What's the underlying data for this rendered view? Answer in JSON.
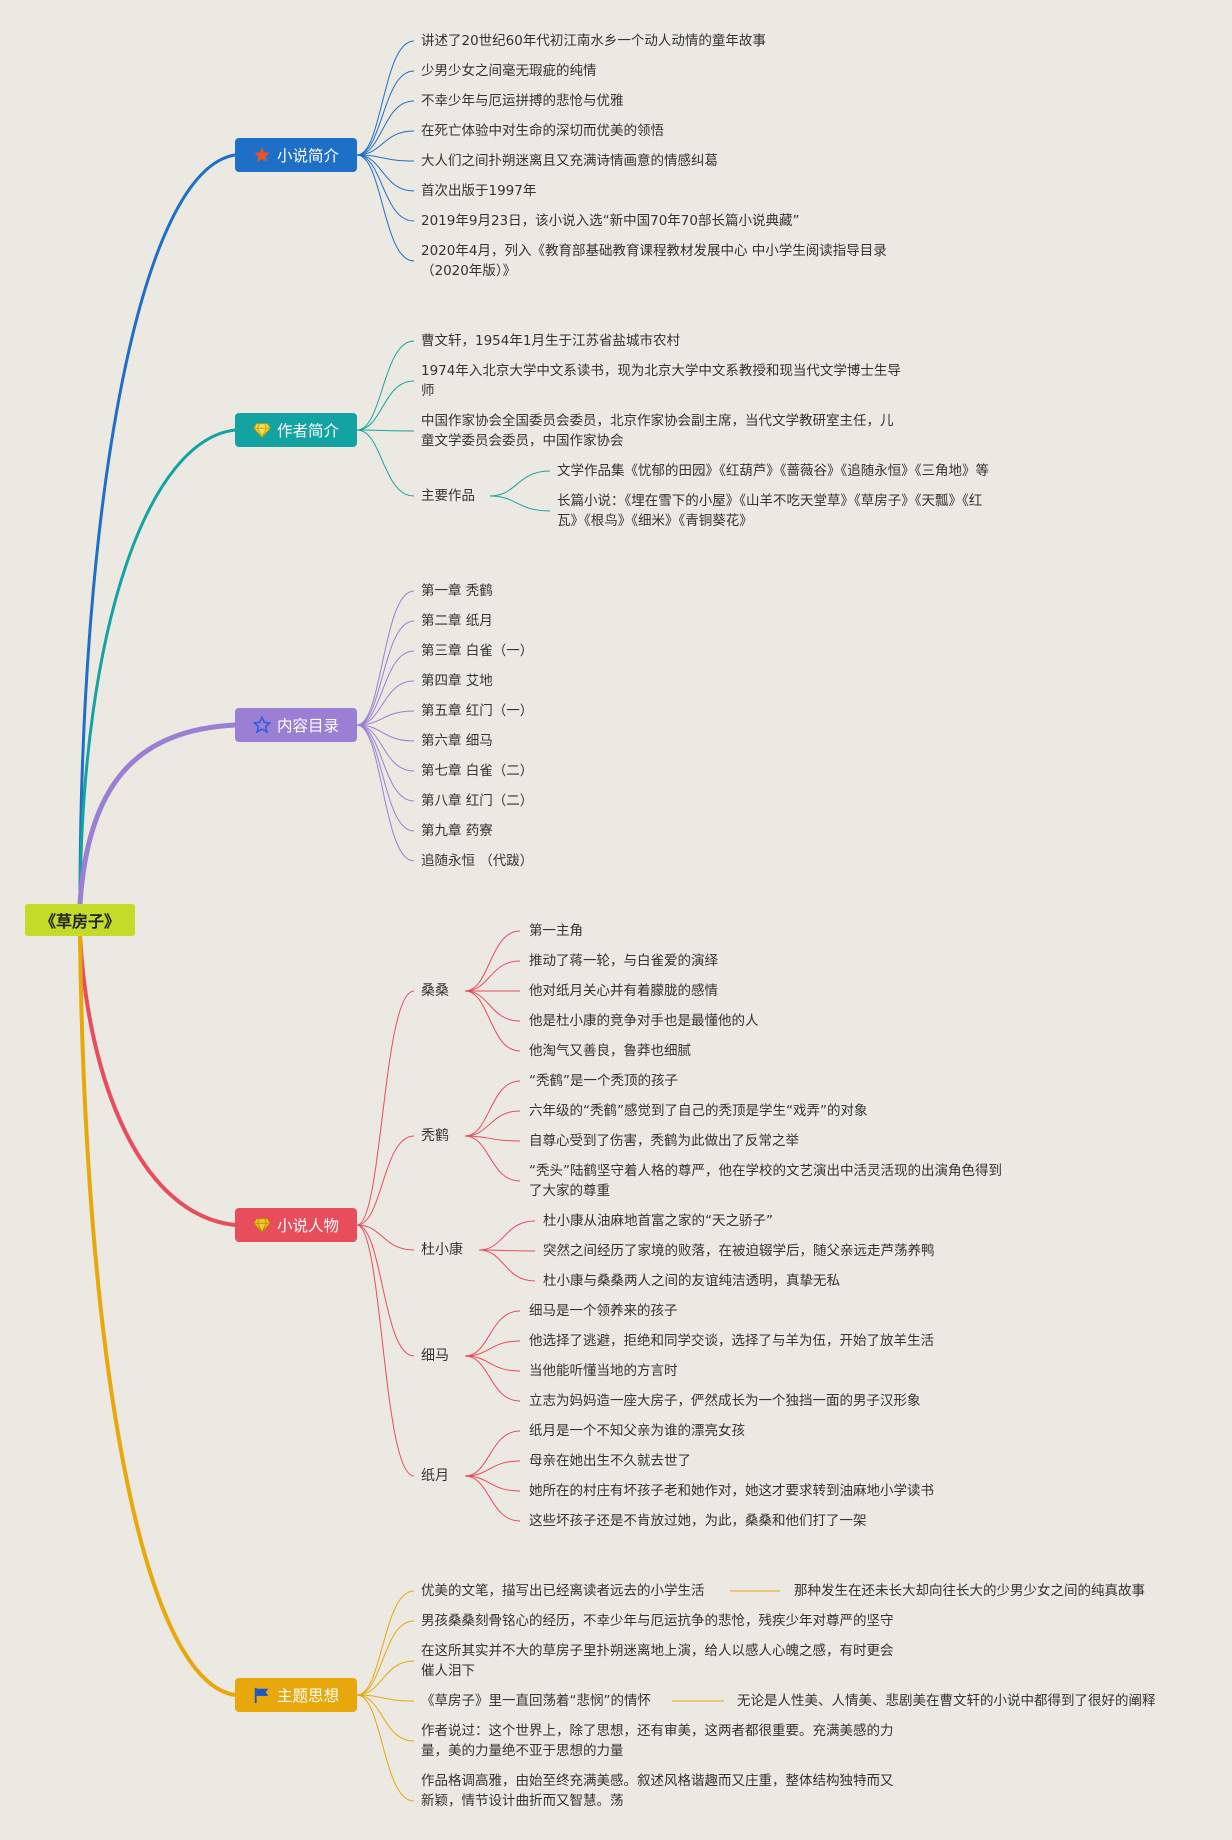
{
  "root": "《草房子》",
  "branches": {
    "intro": {
      "label": "小说简介",
      "color": "#1e6fc8",
      "icon": "star-icon",
      "items": [
        "讲述了20世纪60年代初江南水乡一个动人动情的童年故事",
        "少男少女之间毫无瑕疵的纯情",
        "不幸少年与厄运拼搏的悲怆与优雅",
        "在死亡体验中对生命的深切而优美的领悟",
        "大人们之间扑朔迷离且又充满诗情画意的情感纠葛",
        "首次出版于1997年",
        "2019年9月23日，该小说入选“新中国70年70部长篇小说典藏”",
        "2020年4月，列入《教育部基础教育课程教材发展中心 中小学生阅读指导目录",
        "（2020年版）》"
      ]
    },
    "author": {
      "label": "作者简介",
      "color": "#14a3a3",
      "icon": "diamond-icon",
      "items": [
        "曹文轩，1954年1月生于江苏省盐城市农村",
        "1974年入北京大学中文系读书，现为北京大学中文系教授和现当代文学博士生导",
        "师",
        "中国作家协会全国委员会委员，北京作家协会副主席，当代文学教研室主任，儿",
        "童文学委员会委员，中国作家协会",
        "主要作品",
        "文学作品集《忧郁的田园》《红葫芦》《蔷薇谷》《追随永恒》《三角地》等",
        "长篇小说：《埋在雪下的小屋》《山羊不吃天堂草》《草房子》《天瓢》《红",
        "瓦》《根鸟》《细米》《青铜葵花》"
      ]
    },
    "contents": {
      "label": "内容目录",
      "color": "#9b7fd4",
      "icon": "star-outline-icon",
      "items": [
        "第一章 秃鹤",
        "第二章 纸月",
        "第三章 白雀（一）",
        "第四章 艾地",
        "第五章 红门（一）",
        "第六章 细马",
        "第七章 白雀（二）",
        "第八章 红门（二）",
        "第九章 药寮",
        "追随永恒 （代跋）"
      ]
    },
    "characters": {
      "label": "小说人物",
      "color": "#e84d5b",
      "icon": "diamond-icon",
      "groups": [
        {
          "name": "桑桑",
          "items": [
            "第一主角",
            "推动了蒋一轮，与白雀爱的演绎",
            "他对纸月关心并有着朦胧的感情",
            "他是杜小康的竞争对手也是最懂他的人",
            "他淘气又善良，鲁莽也细腻"
          ]
        },
        {
          "name": "秃鹤",
          "items": [
            "“秃鹤”是一个秃顶的孩子",
            "六年级的“秃鹤”感觉到了自己的秃顶是学生“戏弄”的对象",
            "自尊心受到了伤害，秃鹤为此做出了反常之举",
            "“秃头”陆鹤坚守着人格的尊严，他在学校的文艺演出中活灵活现的出演角色得到",
            "了大家的尊重"
          ]
        },
        {
          "name": "杜小康",
          "items": [
            "杜小康从油麻地首富之家的“天之骄子”",
            "突然之间经历了家境的败落，在被迫辍学后，随父亲远走芦荡养鸭",
            "杜小康与桑桑两人之间的友谊纯洁透明，真挚无私"
          ]
        },
        {
          "name": "细马",
          "items": [
            "细马是一个领养来的孩子",
            "他选择了逃避，拒绝和同学交谈，选择了与羊为伍，开始了放羊生活",
            "当他能听懂当地的方言时",
            "立志为妈妈造一座大房子，俨然成长为一个独挡一面的男子汉形象"
          ]
        },
        {
          "name": "纸月",
          "items": [
            "纸月是一个不知父亲为谁的漂亮女孩",
            "母亲在她出生不久就去世了",
            "她所在的村庄有坏孩子老和她作对，她这才要求转到油麻地小学读书",
            "这些坏孩子还是不肯放过她，为此，桑桑和他们打了一架"
          ]
        }
      ]
    },
    "theme": {
      "label": "主题思想",
      "color": "#e8a80c",
      "icon": "flag-icon",
      "items": [
        "优美的文笔，描写出已经离读者远去的小学生活",
        "那种发生在还未长大却向往长大的少男少女之间的纯真故事",
        "男孩桑桑刻骨铭心的经历，不幸少年与厄运抗争的悲怆，残疾少年对尊严的坚守",
        "在这所其实并不大的草房子里扑朔迷离地上演，给人以感人心魄之感，有时更会",
        "催人泪下",
        "《草房子》里一直回荡着“悲悯”的情怀",
        "无论是人性美、人情美、悲剧美在曹文轩的小说中都得到了很好的阐释",
        "作者说过：这个世界上，除了思想，还有审美，这两者都很重要。充满美感的力",
        "量，美的力量绝不亚于思想的力量",
        "作品格调高雅，由始至终充满美感。叙述风格谐趣而又庄重，整体结构独特而又",
        "新颖，情节设计曲折而又智慧。荡"
      ]
    }
  }
}
